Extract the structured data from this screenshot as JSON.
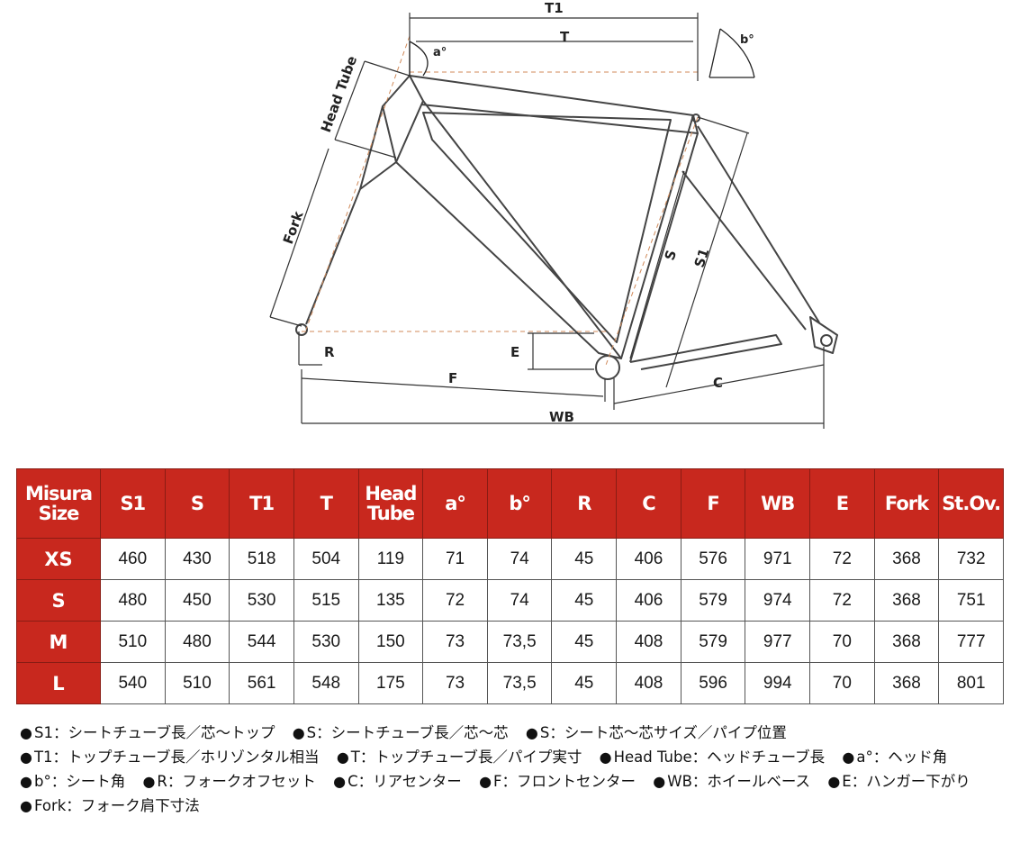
{
  "diagram": {
    "labels": {
      "t1": "T1",
      "t": "T",
      "a": "a°",
      "b": "b°",
      "head_tube": "Head Tube",
      "fork": "Fork",
      "s": "S",
      "s1": "S1",
      "e": "E",
      "r": "R",
      "f": "F",
      "c": "C",
      "wb": "WB"
    },
    "colors": {
      "frame_line": "#444444",
      "guide_dash": "#d08a5a",
      "dim_line": "#333333"
    }
  },
  "table": {
    "headers": [
      "Misura\nSize",
      "S1",
      "S",
      "T1",
      "T",
      "Head\nTube",
      "a°",
      "b°",
      "R",
      "C",
      "F",
      "WB",
      "E",
      "Fork",
      "St.Ov."
    ],
    "rows": [
      {
        "size": "XS",
        "values": [
          "460",
          "430",
          "518",
          "504",
          "119",
          "71",
          "74",
          "45",
          "406",
          "576",
          "971",
          "72",
          "368",
          "732"
        ]
      },
      {
        "size": "S",
        "values": [
          "480",
          "450",
          "530",
          "515",
          "135",
          "72",
          "74",
          "45",
          "406",
          "579",
          "974",
          "72",
          "368",
          "751"
        ]
      },
      {
        "size": "M",
        "values": [
          "510",
          "480",
          "544",
          "530",
          "150",
          "73",
          "73,5",
          "45",
          "408",
          "579",
          "977",
          "70",
          "368",
          "777"
        ]
      },
      {
        "size": "L",
        "values": [
          "540",
          "510",
          "561",
          "548",
          "175",
          "73",
          "73,5",
          "45",
          "408",
          "596",
          "994",
          "70",
          "368",
          "801"
        ]
      }
    ],
    "colors": {
      "header_bg": "#c8281e",
      "header_text": "#ffffff"
    }
  },
  "legend": {
    "bullet": "●",
    "items": [
      "S1：シートチューブ長／芯～トップ",
      "S：シートチューブ長／芯～芯",
      "S：シート芯～芯サイズ／パイプ位置",
      "T1：トップチューブ長／ホリゾンタル相当",
      "T：トップチューブ長／パイプ実寸",
      "Head Tube：ヘッドチューブ長",
      "a°：ヘッド角",
      "b°：シート角",
      "R：フォークオフセット",
      "C：リアセンター",
      "F：フロントセンター",
      "WB：ホイールベース",
      "E：ハンガー下がり",
      "Fork：フォーク肩下寸法"
    ]
  }
}
